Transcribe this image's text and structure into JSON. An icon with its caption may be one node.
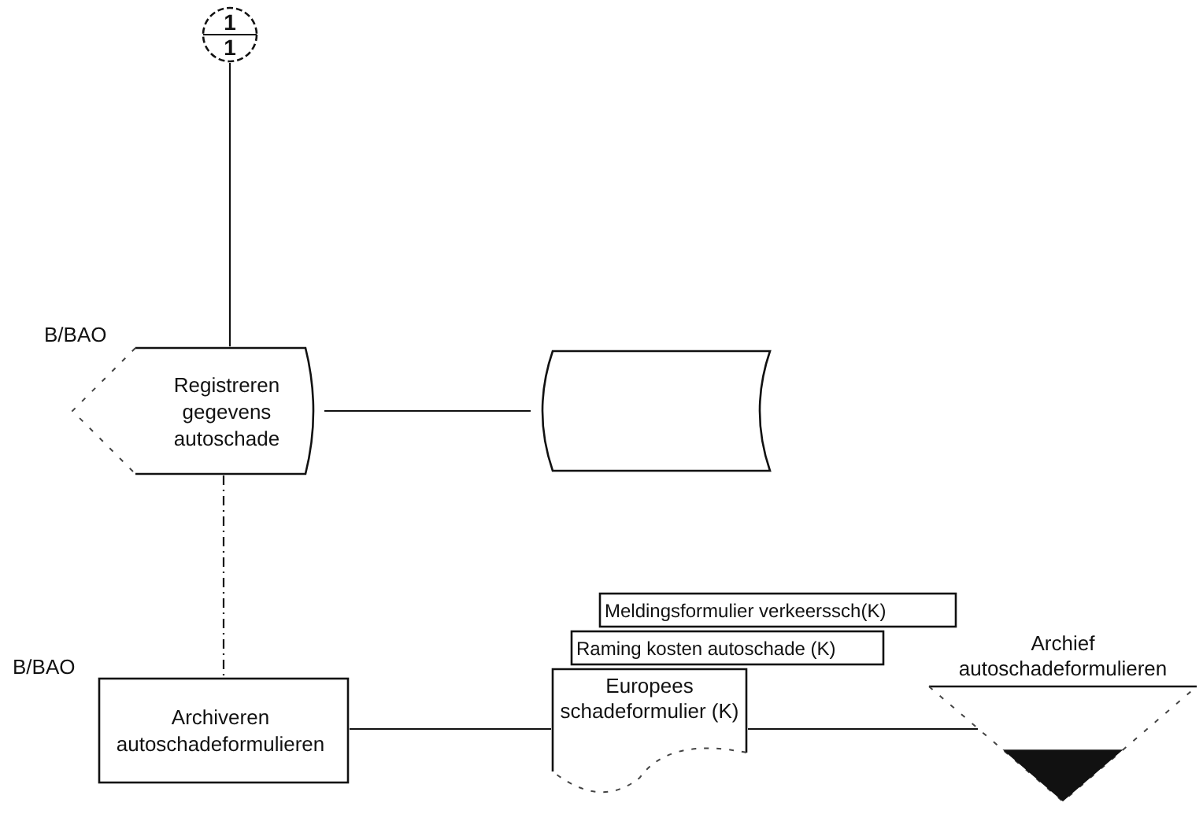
{
  "diagram": {
    "nodes": [
      {
        "text": [
          "1",
          "1"
        ]
      },
      {
        "text": [
          "Registreren gegevens autoschade"
        ],
        "beside": [
          "B/BAO"
        ]
      },
      {
        "text": [],
        "shape": "cylinder"
      },
      {
        "text": [
          "Archiveren autoschadeformulieren"
        ],
        "beside": [
          "B/BAO"
        ]
      },
      {
        "text": [
          "Meldingsformulier verkeerssch(K)"
        ]
      },
      {
        "text": [
          "Raming kosten autoschade (K)"
        ]
      },
      {
        "text": [
          "Europees schadeformulier (K)"
        ]
      },
      {
        "text": [
          "Archief autoschadeformulieren"
        ]
      }
    ],
    "edges": [
      {
        "from": 0,
        "to": 1,
        "arrow": "none"
      },
      {
        "from": 1,
        "to": 2,
        "arrow": "none"
      },
      {
        "from": 1,
        "to": 3,
        "arrow": "none",
        "style": "dashed"
      },
      {
        "from": 3,
        "to": 6,
        "arrow": "none"
      },
      {
        "from": 6,
        "to": 7,
        "arrow": "none"
      }
    ]
  }
}
